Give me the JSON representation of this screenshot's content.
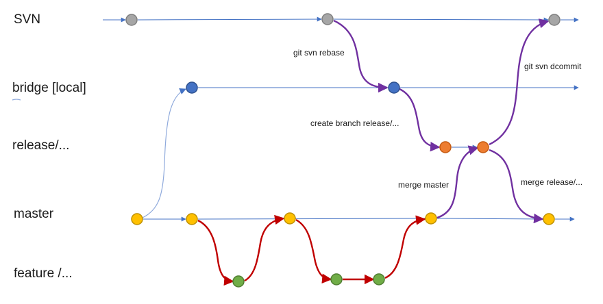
{
  "lanes": {
    "svn": "SVN",
    "bridge": "bridge [local]",
    "release": "release/...",
    "master": "master",
    "feature": "feature /..."
  },
  "edge_labels": {
    "git_svn_rebase": "git svn rebase",
    "git_svn_dcommit": "git svn dcommit",
    "create_branch": "create branch release/...",
    "merge_master": "merge master",
    "merge_release": "merge release/..."
  },
  "colors": {
    "svn_commit": "#a6a6a6",
    "bridge_commit": "#4472c4",
    "release_commit": "#ed7d31",
    "master_commit": "#ffc000",
    "feature_commit": "#70ad47",
    "line_blue": "#4472c4",
    "line_thin": "#8faadc",
    "line_purple": "#7030a0",
    "line_red": "#c00000"
  }
}
